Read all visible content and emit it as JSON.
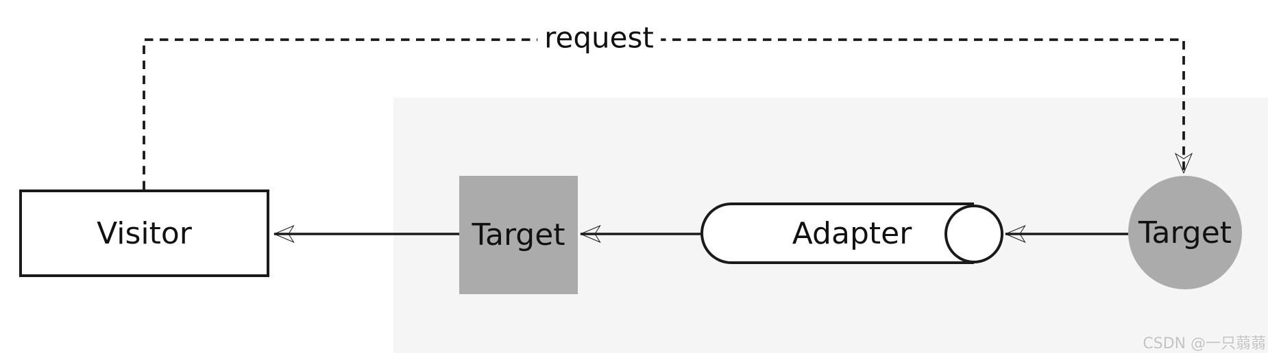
{
  "diagram": {
    "edges": {
      "request": {
        "label": "request"
      }
    },
    "nodes": {
      "visitor": {
        "label": "Visitor"
      },
      "target_class": {
        "label": "Target"
      },
      "adapter": {
        "label": "Adapter"
      },
      "target_object": {
        "label": "Target"
      }
    },
    "colors": {
      "line": "#1a1a1a",
      "node_gray": "#ababab",
      "panel_bg": "#f5f5f5",
      "canvas_bg": "#ffffff",
      "watermark": "#c2c2c2"
    }
  },
  "watermark": {
    "text": "CSDN @一只蒻蒻"
  }
}
